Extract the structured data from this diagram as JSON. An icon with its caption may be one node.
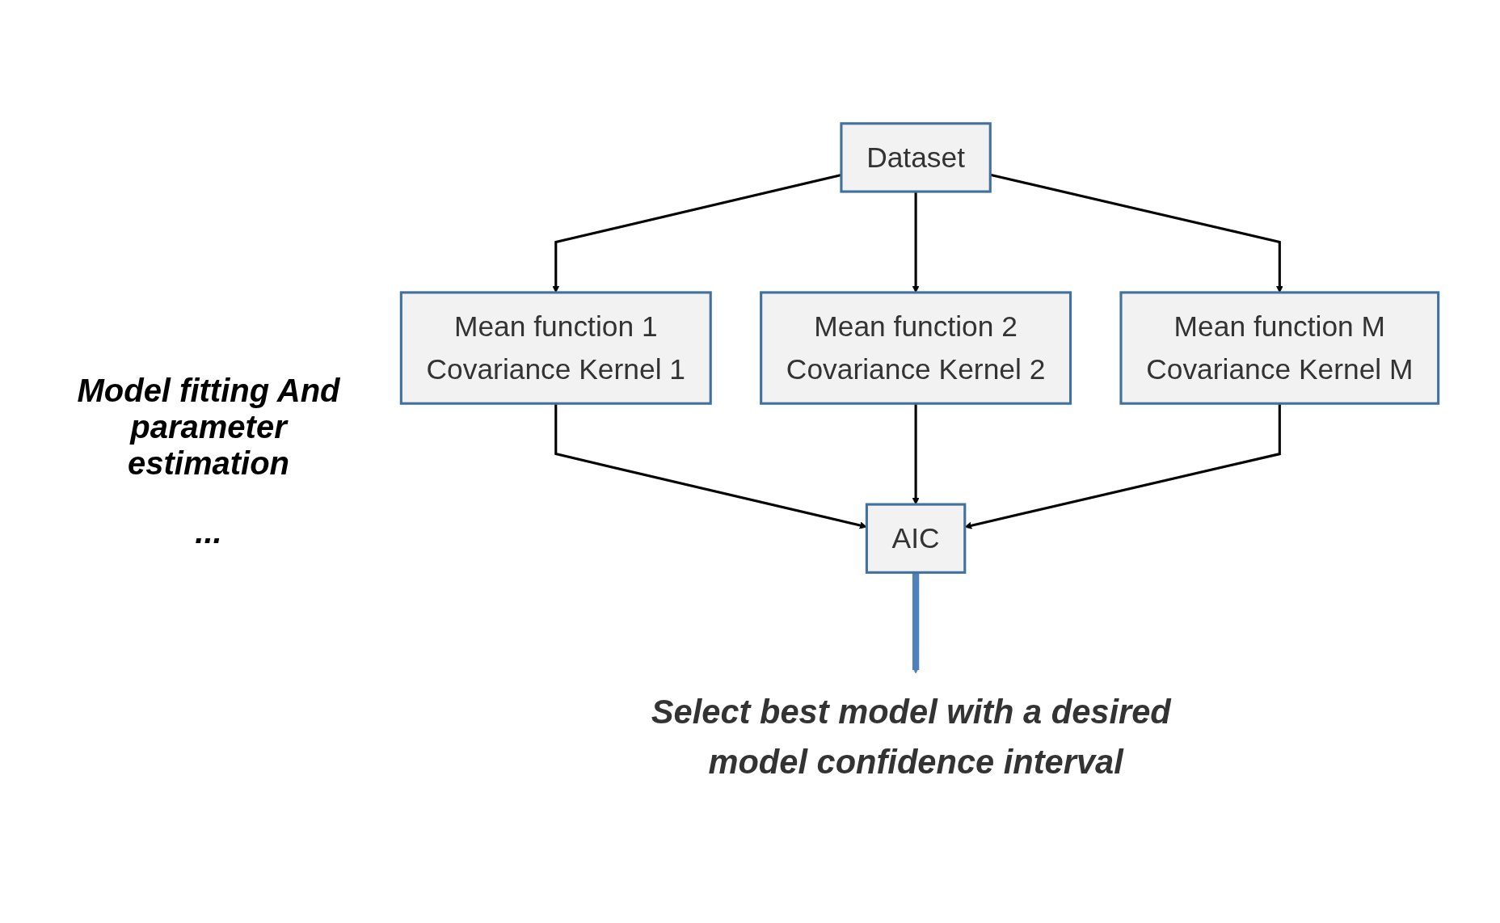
{
  "diagram": {
    "nodes": [
      {
        "text": [
          "Dataset"
        ]
      },
      {
        "text": [
          "Mean function 1",
          "Covariance Kernel 1"
        ]
      },
      {
        "text": [
          "Mean function 2",
          "Covariance Kernel 2"
        ]
      },
      {
        "text": [
          "Mean function M",
          "Covariance Kernel M"
        ]
      },
      {
        "text": [
          "AIC"
        ]
      },
      {
        "text": [
          "Select best model with a desired model confidence interval"
        ]
      }
    ],
    "edges": [
      {
        "from": 0,
        "to": 1,
        "arrow": "to"
      },
      {
        "from": 0,
        "to": 2,
        "arrow": "to"
      },
      {
        "from": 0,
        "to": 3,
        "arrow": "to"
      },
      {
        "from": 1,
        "to": 4,
        "arrow": "to"
      },
      {
        "from": 2,
        "to": 4,
        "arrow": "to"
      },
      {
        "from": 3,
        "to": 4,
        "arrow": "to"
      },
      {
        "from": 4,
        "to": 5,
        "arrow": "to",
        "style": "thick",
        "color": "#4f81bd"
      }
    ],
    "labels": [
      "Model fitting And parameter estimation",
      "..."
    ]
  }
}
